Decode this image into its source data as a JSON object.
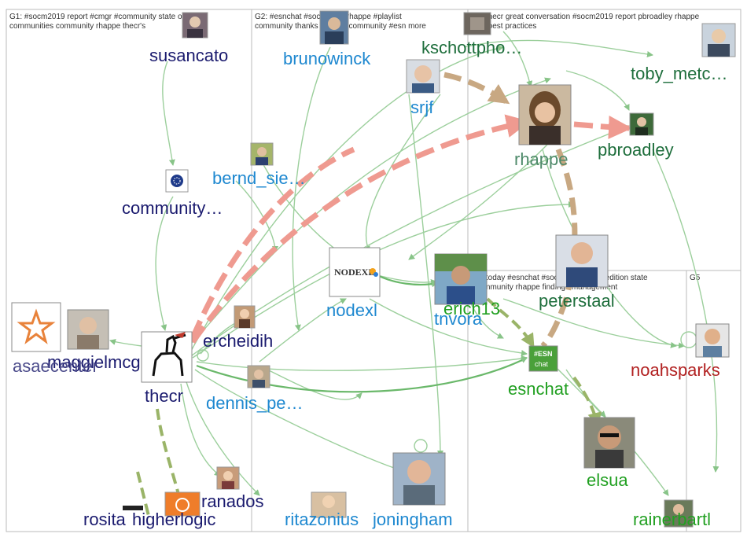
{
  "groups": [
    {
      "id": "G1",
      "lines": [
        "G1: #socm2019 report #cmgr #community state online",
        "communities community rhappe thecr's"
      ]
    },
    {
      "id": "G2",
      "lines": [
        "G2: #esnchat #socm2019 rhappe #playlist",
        "community thanks #cmgr #community #esn more"
      ]
    },
    {
      "id": "G3",
      "lines": [
        "G3: thecr great conversation #socm2019 report pbroadley rhappe",
        "chat best practices"
      ]
    },
    {
      "id": "G4",
      "lines": [
        "G4: today #esnchat #socm2019 latest edition state",
        "#community rhappe findings management"
      ]
    },
    {
      "id": "G5",
      "lines": [
        "G5"
      ]
    }
  ],
  "nodes": [
    {
      "id": "susancato",
      "label": "susancato",
      "color": "#1a1a6e",
      "icon": "person-photo-icon"
    },
    {
      "id": "community",
      "label": "community…",
      "color": "#1a1a6e",
      "icon": "community-logo-icon"
    },
    {
      "id": "maggielmcg",
      "label": "maggielmcg",
      "color": "#1a1a6e",
      "icon": "person-photo-icon"
    },
    {
      "id": "asaecenter",
      "label": "asaecenter",
      "color": "#1a1a6e",
      "icon": "star-logo-icon"
    },
    {
      "id": "thecr",
      "label": "thecr",
      "color": "#1a1a6e",
      "icon": "knight-logo-icon"
    },
    {
      "id": "ercheidih",
      "label": "ercheidih",
      "color": "#1a1a6e",
      "icon": "person-photo-icon"
    },
    {
      "id": "granados",
      "label": "ranados",
      "color": "#1a1a6e",
      "icon": "person-photo-icon"
    },
    {
      "id": "rosita",
      "label": "rosita",
      "color": "#1a1a6e",
      "icon": "person-photo-icon"
    },
    {
      "id": "higherlogic",
      "label": "higherlogic",
      "color": "#1a1a6e",
      "icon": "higherlogic-logo-icon"
    },
    {
      "id": "brunowinck",
      "label": "brunowinck",
      "color": "#1e88d0",
      "icon": "person-photo-icon"
    },
    {
      "id": "bernd",
      "label": "bernd_sie…",
      "color": "#1e88d0",
      "icon": "person-photo-icon"
    },
    {
      "id": "nodexl",
      "label": "nodexl",
      "color": "#1e88d0",
      "icon": "nodexl-logo-icon"
    },
    {
      "id": "dennis",
      "label": "dennis_pe…",
      "color": "#1e88d0",
      "icon": "person-photo-icon"
    },
    {
      "id": "ritazonius",
      "label": "ritazonius",
      "color": "#1e88d0",
      "icon": "person-photo-icon"
    },
    {
      "id": "joningham",
      "label": "joningham",
      "color": "#1e88d0",
      "icon": "person-photo-icon"
    },
    {
      "id": "tnvora",
      "label": "tnvora",
      "color": "#1e88d0",
      "icon": "person-photo-icon"
    },
    {
      "id": "srjf",
      "label": "srjf",
      "color": "#1e88d0",
      "icon": "person-photo-icon"
    },
    {
      "id": "kschottpho",
      "label": "kschottpho…",
      "color": "#1e6e3c",
      "icon": "person-photo-icon"
    },
    {
      "id": "toby",
      "label": "toby_metc…",
      "color": "#1e6e3c",
      "icon": "person-photo-icon"
    },
    {
      "id": "rhappe",
      "label": "rhappe",
      "color": "#4e8a6a",
      "icon": "person-photo-icon"
    },
    {
      "id": "pbroadley",
      "label": "pbroadley",
      "color": "#1e6e3c",
      "icon": "person-photo-icon"
    },
    {
      "id": "erich13",
      "label": "erich13",
      "color": "#22a022",
      "icon": "person-photo-icon"
    },
    {
      "id": "peterstaal",
      "label": "peterstaal",
      "color": "#1e6e3c",
      "icon": "person-photo-icon"
    },
    {
      "id": "esnchat",
      "label": "esnchat",
      "color": "#22a022",
      "icon": "esn-chat-logo-icon"
    },
    {
      "id": "elsua",
      "label": "elsua",
      "color": "#22a022",
      "icon": "person-photo-icon"
    },
    {
      "id": "rainerbartl",
      "label": "rainerbartl",
      "color": "#22a022",
      "icon": "person-photo-icon"
    },
    {
      "id": "noahsparks",
      "label": "noahsparks",
      "color": "#b22222",
      "icon": "person-photo-icon"
    }
  ],
  "esnchat_logo_text": [
    "#ESN",
    "chat"
  ],
  "nodexl_logo_text": "NODEXL"
}
